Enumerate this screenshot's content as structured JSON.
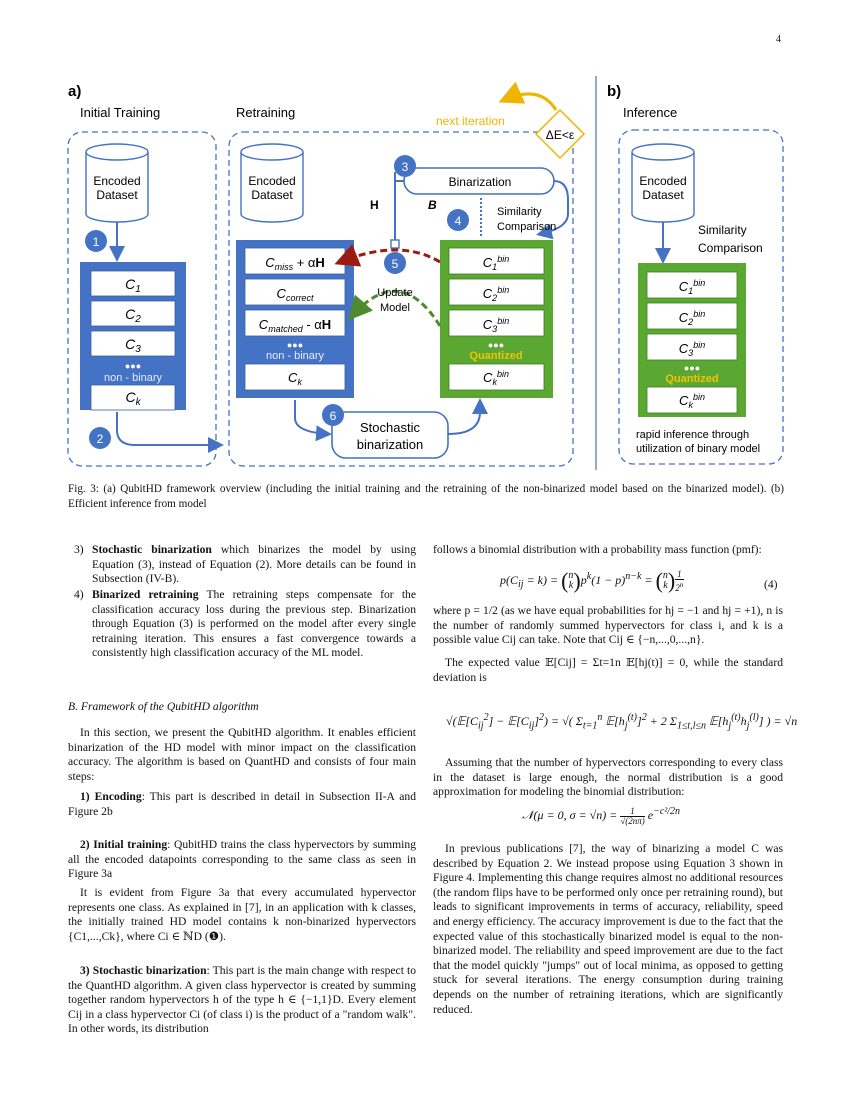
{
  "page_number": "4",
  "figure": {
    "panel_a": "a)",
    "panel_b": "b)",
    "initial_training": "Initial Training",
    "retraining": "Retraining",
    "inference": "Inference",
    "encoded_dataset_line1": "Encoded",
    "encoded_dataset_line2": "Dataset",
    "next_iteration": "next iteration",
    "delta_e": "ΔE<ε",
    "binarization": "Binarization",
    "label_H": "H",
    "label_B": "B",
    "similarity": "Similarity",
    "comparison": "Comparison",
    "update": "Update",
    "model": "Model",
    "stochastic": "Stochastic",
    "binarization_lower": "binarization",
    "non_binary": "non - binary",
    "quantized": "Quantized",
    "dots": "●●●",
    "steps": [
      "1",
      "2",
      "3",
      "4",
      "5",
      "6"
    ],
    "c_items": [
      {
        "base": "C",
        "sub": "1"
      },
      {
        "base": "C",
        "sub": "2"
      },
      {
        "base": "C",
        "sub": "3"
      },
      {
        "base": "C",
        "sub": "k"
      }
    ],
    "retrain_items": [
      {
        "base": "C",
        "sub": "miss",
        "suffix": " + αH"
      },
      {
        "base": "C",
        "sub": "correct",
        "suffix": ""
      },
      {
        "base": "C",
        "sub": "matched",
        "suffix": " - αH"
      },
      {
        "base": "C",
        "sub": "k",
        "suffix": ""
      }
    ],
    "bin_items": [
      {
        "base": "C",
        "sub": "1",
        "sup": "bin"
      },
      {
        "base": "C",
        "sub": "2",
        "sup": "bin"
      },
      {
        "base": "C",
        "sub": "3",
        "sup": "bin"
      },
      {
        "base": "C",
        "sub": "k",
        "sup": "bin"
      }
    ],
    "rapid_line1": "rapid inference through",
    "rapid_line2": "utilization of binary model",
    "colors": {
      "blue_box": "#4472c4",
      "green_box": "#5aa832",
      "dashed_border": "#4472c4",
      "yellow": "#f0b400",
      "red_arrow": "#9c1b10",
      "green_arrow": "#4e8a2e"
    }
  },
  "caption": "Fig. 3: (a) QubitHD framework overview (including the initial training and the retraining of the non-binarized model based on the binarized model). (b) Efficient inference from model",
  "left_list": [
    {
      "num": "3)",
      "title": "Stochastic binarization",
      "text": " which binarizes the model by using Equation (3), instead of Equation (2). More details can be found in Subsection (IV-B)."
    },
    {
      "num": "4)",
      "title": "Binarized retraining",
      "text": " The retraining steps compensate for the classification accuracy loss during the previous step. Binarization through Equation (3) is performed on the model after every single retraining iteration. This ensures a fast convergence towards a consistently high classification accuracy of the ML model."
    }
  ],
  "section_heading": "B. Framework of the QubitHD algorithm",
  "left_paragraphs": {
    "intro": "In this section, we present the QubitHD algorithm. It enables efficient binarization of the HD model with minor impact on the classification accuracy. The algorithm is based on QuantHD and consists of four main steps:",
    "encoding_title": "1) Encoding",
    "encoding_text": ": This part is described in detail in Subsection II-A and Figure 2b",
    "initial_title": "2) Initial training",
    "initial_text": ": QubitHD trains the class hypervectors by summing all the encoded datapoints corresponding to the same class as seen in Figure 3a",
    "evident": "It is evident from Figure 3a that every accumulated hypervector represents one class. As explained in [7], in an application with k classes, the initially trained HD model contains k non-binarized hypervectors {C1,...,Ck}, where Ci ∈ ℕD (❶).",
    "stochastic_title": "3) Stochastic binarization",
    "stochastic_text": ": This part is the main change with respect to the QuantHD algorithm. A given class hypervector is created by summing together random hypervectors h of the type h ∈ {−1,1}D. Every element Cij in a class hypervector Ci (of class i) is the product of a \"random walk\". In other words, its distribution"
  },
  "right_paragraphs": {
    "follows": "follows a binomial distribution with a probability mass function (pmf):",
    "eq4_number": "(4)",
    "where": "where p = 1/2 (as we have equal probabilities for hj = −1 and hj = +1), n is the number of randomly summed hypervectors for class i, and k is a possible value Cij can take. Note that Cij ∈ {−n,...,0,...,n}.",
    "expected": "The expected value 𝔼[Cij] = Σt=1n 𝔼[hj(t)] = 0, while the standard deviation is",
    "assuming": "Assuming that the number of hypervectors corresponding to every class in the dataset is large enough, the normal distribution is a good approximation for modeling the binomial distribution:",
    "previous": "In previous publications [7], the way of binarizing a model C was described by Equation 2. We instead propose using Equation 3 shown in Figure 4. Implementing this change requires almost no additional resources (the random flips have to be performed only once per retraining round), but leads to significant improvements in terms of accuracy, reliability, speed and energy efficiency. The accuracy improvement is due to the fact that the expected value of this stochastically binarized model is equal to the non-binarized model. The reliability and speed improvement are due to the fact that the model quickly \"jumps\" out of local minima, as opposed to getting stuck for several iterations. The energy consumption during training depends on the number of retraining iterations, which are significantly reduced."
  }
}
